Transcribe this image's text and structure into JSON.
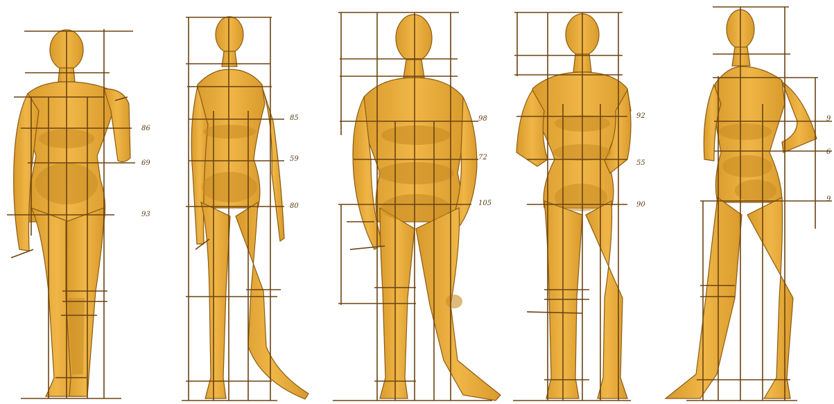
{
  "colors": {
    "body_fill": "#e9ab3b",
    "body_shade": "#c98c24",
    "body_dark": "#a8741c",
    "outline": "#8a5b12",
    "guide_line": "#6b4210",
    "text": "#5a3c14",
    "background": "#ffffff"
  },
  "figures": [
    {
      "id": "figure-1",
      "measurements": [
        "86",
        "69",
        "93"
      ]
    },
    {
      "id": "figure-2",
      "measurements": [
        "85",
        "59",
        "80"
      ]
    },
    {
      "id": "figure-3",
      "measurements": [
        "98",
        "72",
        "105"
      ]
    },
    {
      "id": "figure-4",
      "measurements": [
        "92",
        "55",
        "90"
      ]
    },
    {
      "id": "figure-5",
      "measurements": [
        "9",
        "6",
        "9"
      ]
    }
  ]
}
